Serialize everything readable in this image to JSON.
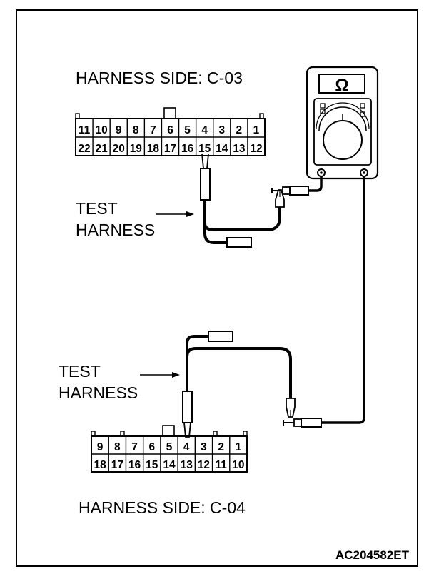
{
  "labels": {
    "connector_top": "HARNESS SIDE: C-03",
    "connector_bottom": "HARNESS SIDE: C-04",
    "test_harness_top_line1": "TEST",
    "test_harness_top_line2": "HARNESS",
    "test_harness_bottom_line1": "TEST",
    "test_harness_bottom_line2": "HARNESS",
    "figure_code": "AC204582ET"
  },
  "meter": {
    "symbol": "Ω"
  },
  "connector_c03": {
    "top_row": [
      "11",
      "10",
      "9",
      "8",
      "7",
      "6",
      "5",
      "4",
      "3",
      "2",
      "1"
    ],
    "bottom_row": [
      "22",
      "21",
      "20",
      "19",
      "18",
      "17",
      "16",
      "15",
      "14",
      "13",
      "12"
    ],
    "probed_pin": "15"
  },
  "connector_c04": {
    "top_row": [
      "9",
      "8",
      "7",
      "6",
      "5",
      "4",
      "3",
      "2",
      "1"
    ],
    "bottom_row": [
      "18",
      "17",
      "16",
      "15",
      "14",
      "13",
      "12",
      "11",
      "10"
    ],
    "probed_pin": "4"
  }
}
